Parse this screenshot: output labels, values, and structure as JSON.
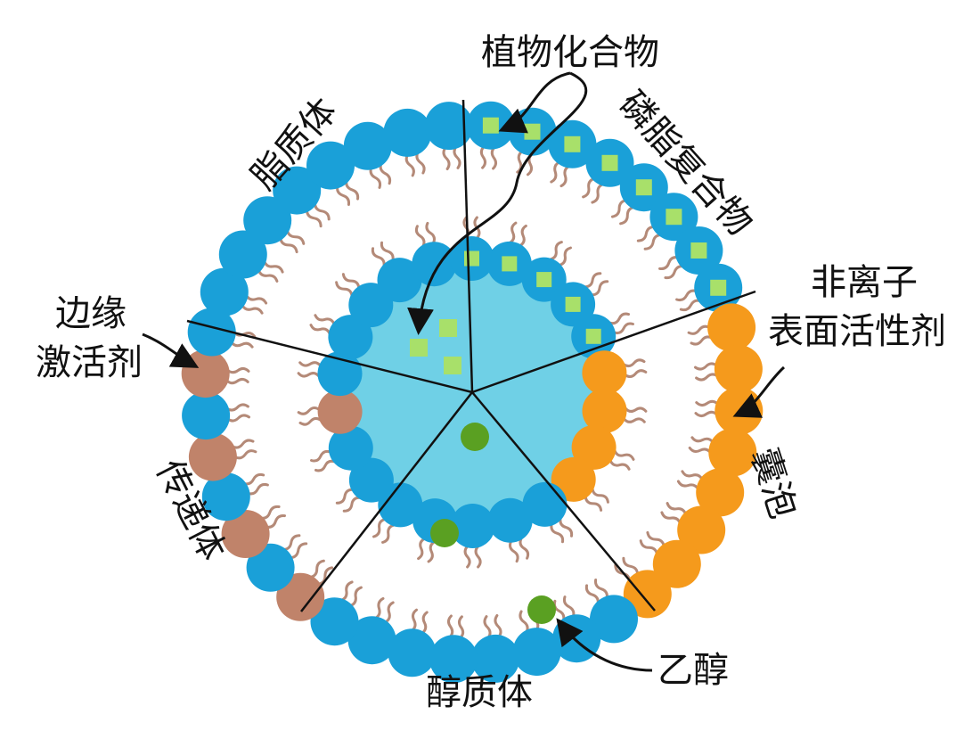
{
  "labels": {
    "phytochemical": "植物化合物",
    "liposome": "脂质体",
    "phytosome": "磷脂复合物",
    "nonionic_line1": "非离子",
    "nonionic_line2": "表面活性剂",
    "edge_line1": "边缘",
    "edge_line2": "激活剂",
    "transfersome": "传递体",
    "niosome": "囊泡",
    "ethanol": "乙醇",
    "ethosome": "醇质体"
  },
  "colors": {
    "phospholipid_head": "#1aa0d8",
    "phospholipid_head_edge": "#1685b5",
    "tail": "#b48a78",
    "core": "#6fd0e6",
    "drug_square": "#a8e06a",
    "surfactant": "#f59a1c",
    "edge_activator": "#c0836a",
    "ethanol_dot": "#5aa022",
    "divider": "#111111"
  },
  "icons": {
    "arrows": "curved-arrow-icon"
  }
}
